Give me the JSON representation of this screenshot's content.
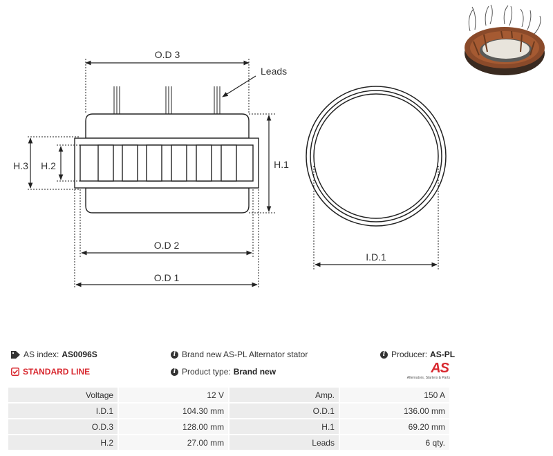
{
  "diagram": {
    "labels": {
      "od3": "O.D 3",
      "leads": "Leads",
      "h3": "H.3",
      "h2": "H.2",
      "h1": "H.1",
      "od2": "O.D 2",
      "od1": "O.D 1",
      "id1": "I.D.1"
    }
  },
  "photo": {
    "icon": "stator-photo-icon"
  },
  "info": {
    "as_index_label": "AS index:",
    "as_index_value": "AS0096S",
    "line_label": "STANDARD LINE",
    "description": "Brand new AS-PL Alternator stator",
    "product_type_label": "Product type:",
    "product_type_value": "Brand new",
    "producer_label": "Producer:",
    "producer_value": "AS-PL",
    "logo_mark": "AS",
    "logo_text": "Alternators, Starters & Parts"
  },
  "colors": {
    "accent": "#d8282f",
    "line": "#222222"
  },
  "specs": [
    [
      {
        "label": "Voltage",
        "value": "12 V"
      },
      {
        "label": "Amp.",
        "value": "150 A"
      }
    ],
    [
      {
        "label": "I.D.1",
        "value": "104.30 mm"
      },
      {
        "label": "O.D.1",
        "value": "136.00 mm"
      }
    ],
    [
      {
        "label": "O.D.3",
        "value": "128.00 mm"
      },
      {
        "label": "H.1",
        "value": "69.20 mm"
      }
    ],
    [
      {
        "label": "H.2",
        "value": "27.00 mm"
      },
      {
        "label": "Leads",
        "value": "6 qty."
      }
    ]
  ]
}
